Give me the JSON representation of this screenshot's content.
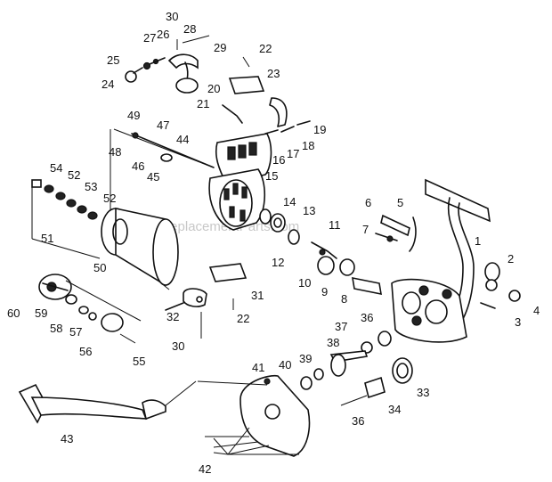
{
  "watermark": "eReplacementParts.com",
  "labels": [
    {
      "id": "30",
      "text": "30"
    },
    {
      "id": "26",
      "text": "26"
    },
    {
      "id": "27",
      "text": "27"
    },
    {
      "id": "28",
      "text": "28"
    },
    {
      "id": "29",
      "text": "29"
    },
    {
      "id": "22a",
      "text": "22"
    },
    {
      "id": "25",
      "text": "25"
    },
    {
      "id": "24",
      "text": "24"
    },
    {
      "id": "23",
      "text": "23"
    },
    {
      "id": "20",
      "text": "20"
    },
    {
      "id": "21",
      "text": "21"
    },
    {
      "id": "19",
      "text": "19"
    },
    {
      "id": "18",
      "text": "18"
    },
    {
      "id": "17",
      "text": "17"
    },
    {
      "id": "16",
      "text": "16"
    },
    {
      "id": "49",
      "text": "49"
    },
    {
      "id": "47",
      "text": "47"
    },
    {
      "id": "44",
      "text": "44"
    },
    {
      "id": "48",
      "text": "48"
    },
    {
      "id": "46",
      "text": "46"
    },
    {
      "id": "45",
      "text": "45"
    },
    {
      "id": "15",
      "text": "15"
    },
    {
      "id": "54",
      "text": "54"
    },
    {
      "id": "52a",
      "text": "52"
    },
    {
      "id": "53",
      "text": "53"
    },
    {
      "id": "52b",
      "text": "52"
    },
    {
      "id": "51",
      "text": "51"
    },
    {
      "id": "50",
      "text": "50"
    },
    {
      "id": "14",
      "text": "14"
    },
    {
      "id": "13",
      "text": "13"
    },
    {
      "id": "11",
      "text": "11"
    },
    {
      "id": "12",
      "text": "12"
    },
    {
      "id": "6",
      "text": "6"
    },
    {
      "id": "5",
      "text": "5"
    },
    {
      "id": "7",
      "text": "7"
    },
    {
      "id": "1",
      "text": "1"
    },
    {
      "id": "2",
      "text": "2"
    },
    {
      "id": "4",
      "text": "4"
    },
    {
      "id": "3",
      "text": "3"
    },
    {
      "id": "10",
      "text": "10"
    },
    {
      "id": "9",
      "text": "9"
    },
    {
      "id": "8",
      "text": "8"
    },
    {
      "id": "31",
      "text": "31"
    },
    {
      "id": "32",
      "text": "32"
    },
    {
      "id": "22b",
      "text": "22"
    },
    {
      "id": "30b",
      "text": "30"
    },
    {
      "id": "60",
      "text": "60"
    },
    {
      "id": "59",
      "text": "59"
    },
    {
      "id": "58",
      "text": "58"
    },
    {
      "id": "57",
      "text": "57"
    },
    {
      "id": "56",
      "text": "56"
    },
    {
      "id": "55",
      "text": "55"
    },
    {
      "id": "36a",
      "text": "36"
    },
    {
      "id": "37",
      "text": "37"
    },
    {
      "id": "38",
      "text": "38"
    },
    {
      "id": "39",
      "text": "39"
    },
    {
      "id": "40",
      "text": "40"
    },
    {
      "id": "41",
      "text": "41"
    },
    {
      "id": "33",
      "text": "33"
    },
    {
      "id": "34",
      "text": "34"
    },
    {
      "id": "36b",
      "text": "36"
    },
    {
      "id": "43",
      "text": "43"
    },
    {
      "id": "42",
      "text": "42"
    }
  ]
}
